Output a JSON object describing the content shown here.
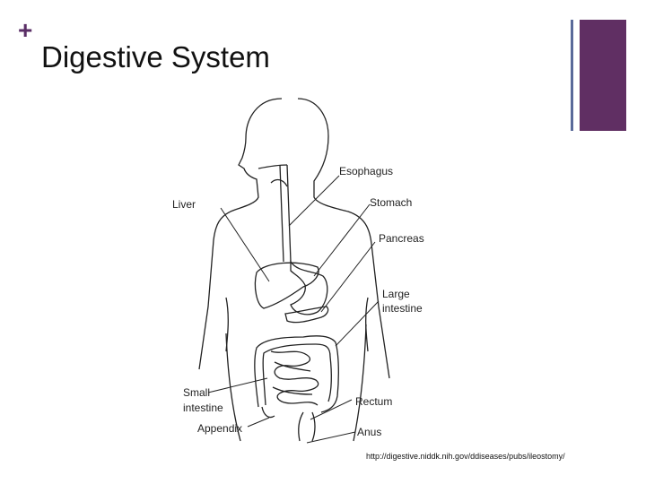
{
  "slide": {
    "title": "Digestive System",
    "source_url": "http://digestive.niddk.nih.gov/ddiseases/pubs/ileostomy/"
  },
  "diagram": {
    "labels": {
      "esophagus": "Esophagus",
      "liver": "Liver",
      "stomach": "Stomach",
      "pancreas": "Pancreas",
      "large_intestine_line1": "Large",
      "large_intestine_line2": "intestine",
      "small_intestine_line1": "Small",
      "small_intestine_line2": "intestine",
      "rectum": "Rectum",
      "appendix": "Appendix",
      "anus": "Anus"
    }
  },
  "colors": {
    "accent": "#602f63",
    "accent_line": "#5a6a9a"
  }
}
